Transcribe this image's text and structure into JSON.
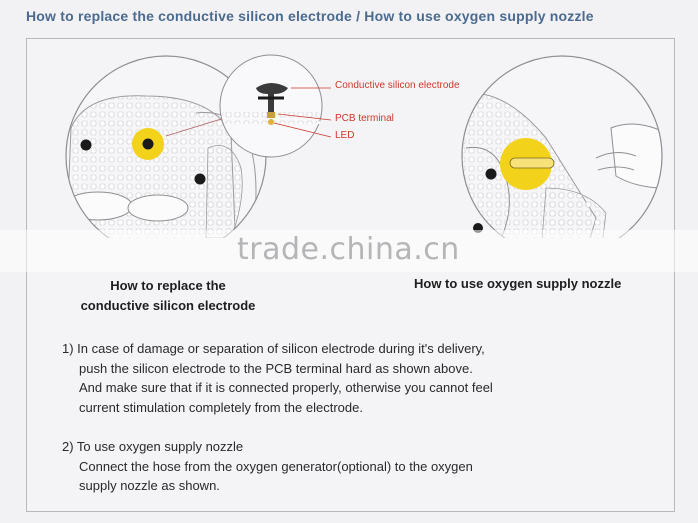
{
  "header": {
    "title": "How to replace the conductive silicon electrode / How to use oxygen supply nozzle"
  },
  "diagram": {
    "callouts": [
      "Conductive silicon electrode",
      "PCB terminal",
      "LED"
    ]
  },
  "watermark": {
    "text": "trade.china.cn"
  },
  "captions": {
    "left_line1": "How to replace the",
    "left_line2": "conductive silicon electrode",
    "right": "How to use oxygen supply nozzle"
  },
  "instructions": {
    "item1": [
      "1) In case of damage or separation of silicon electrode during it's delivery,",
      "push the silicon electrode to the PCB terminal hard as shown above.",
      "And make sure that if it is connected properly, otherwise you cannot feel",
      "current stimulation completely from the electrode."
    ],
    "item2": [
      "2) To use oxygen supply nozzle",
      "Connect the hose from the oxygen generator(optional) to the oxygen",
      "supply nozzle as shown."
    ]
  },
  "colors": {
    "header": "#4a6b8f",
    "callout": "#cc3a2a",
    "highlight": "#f3d21c"
  }
}
